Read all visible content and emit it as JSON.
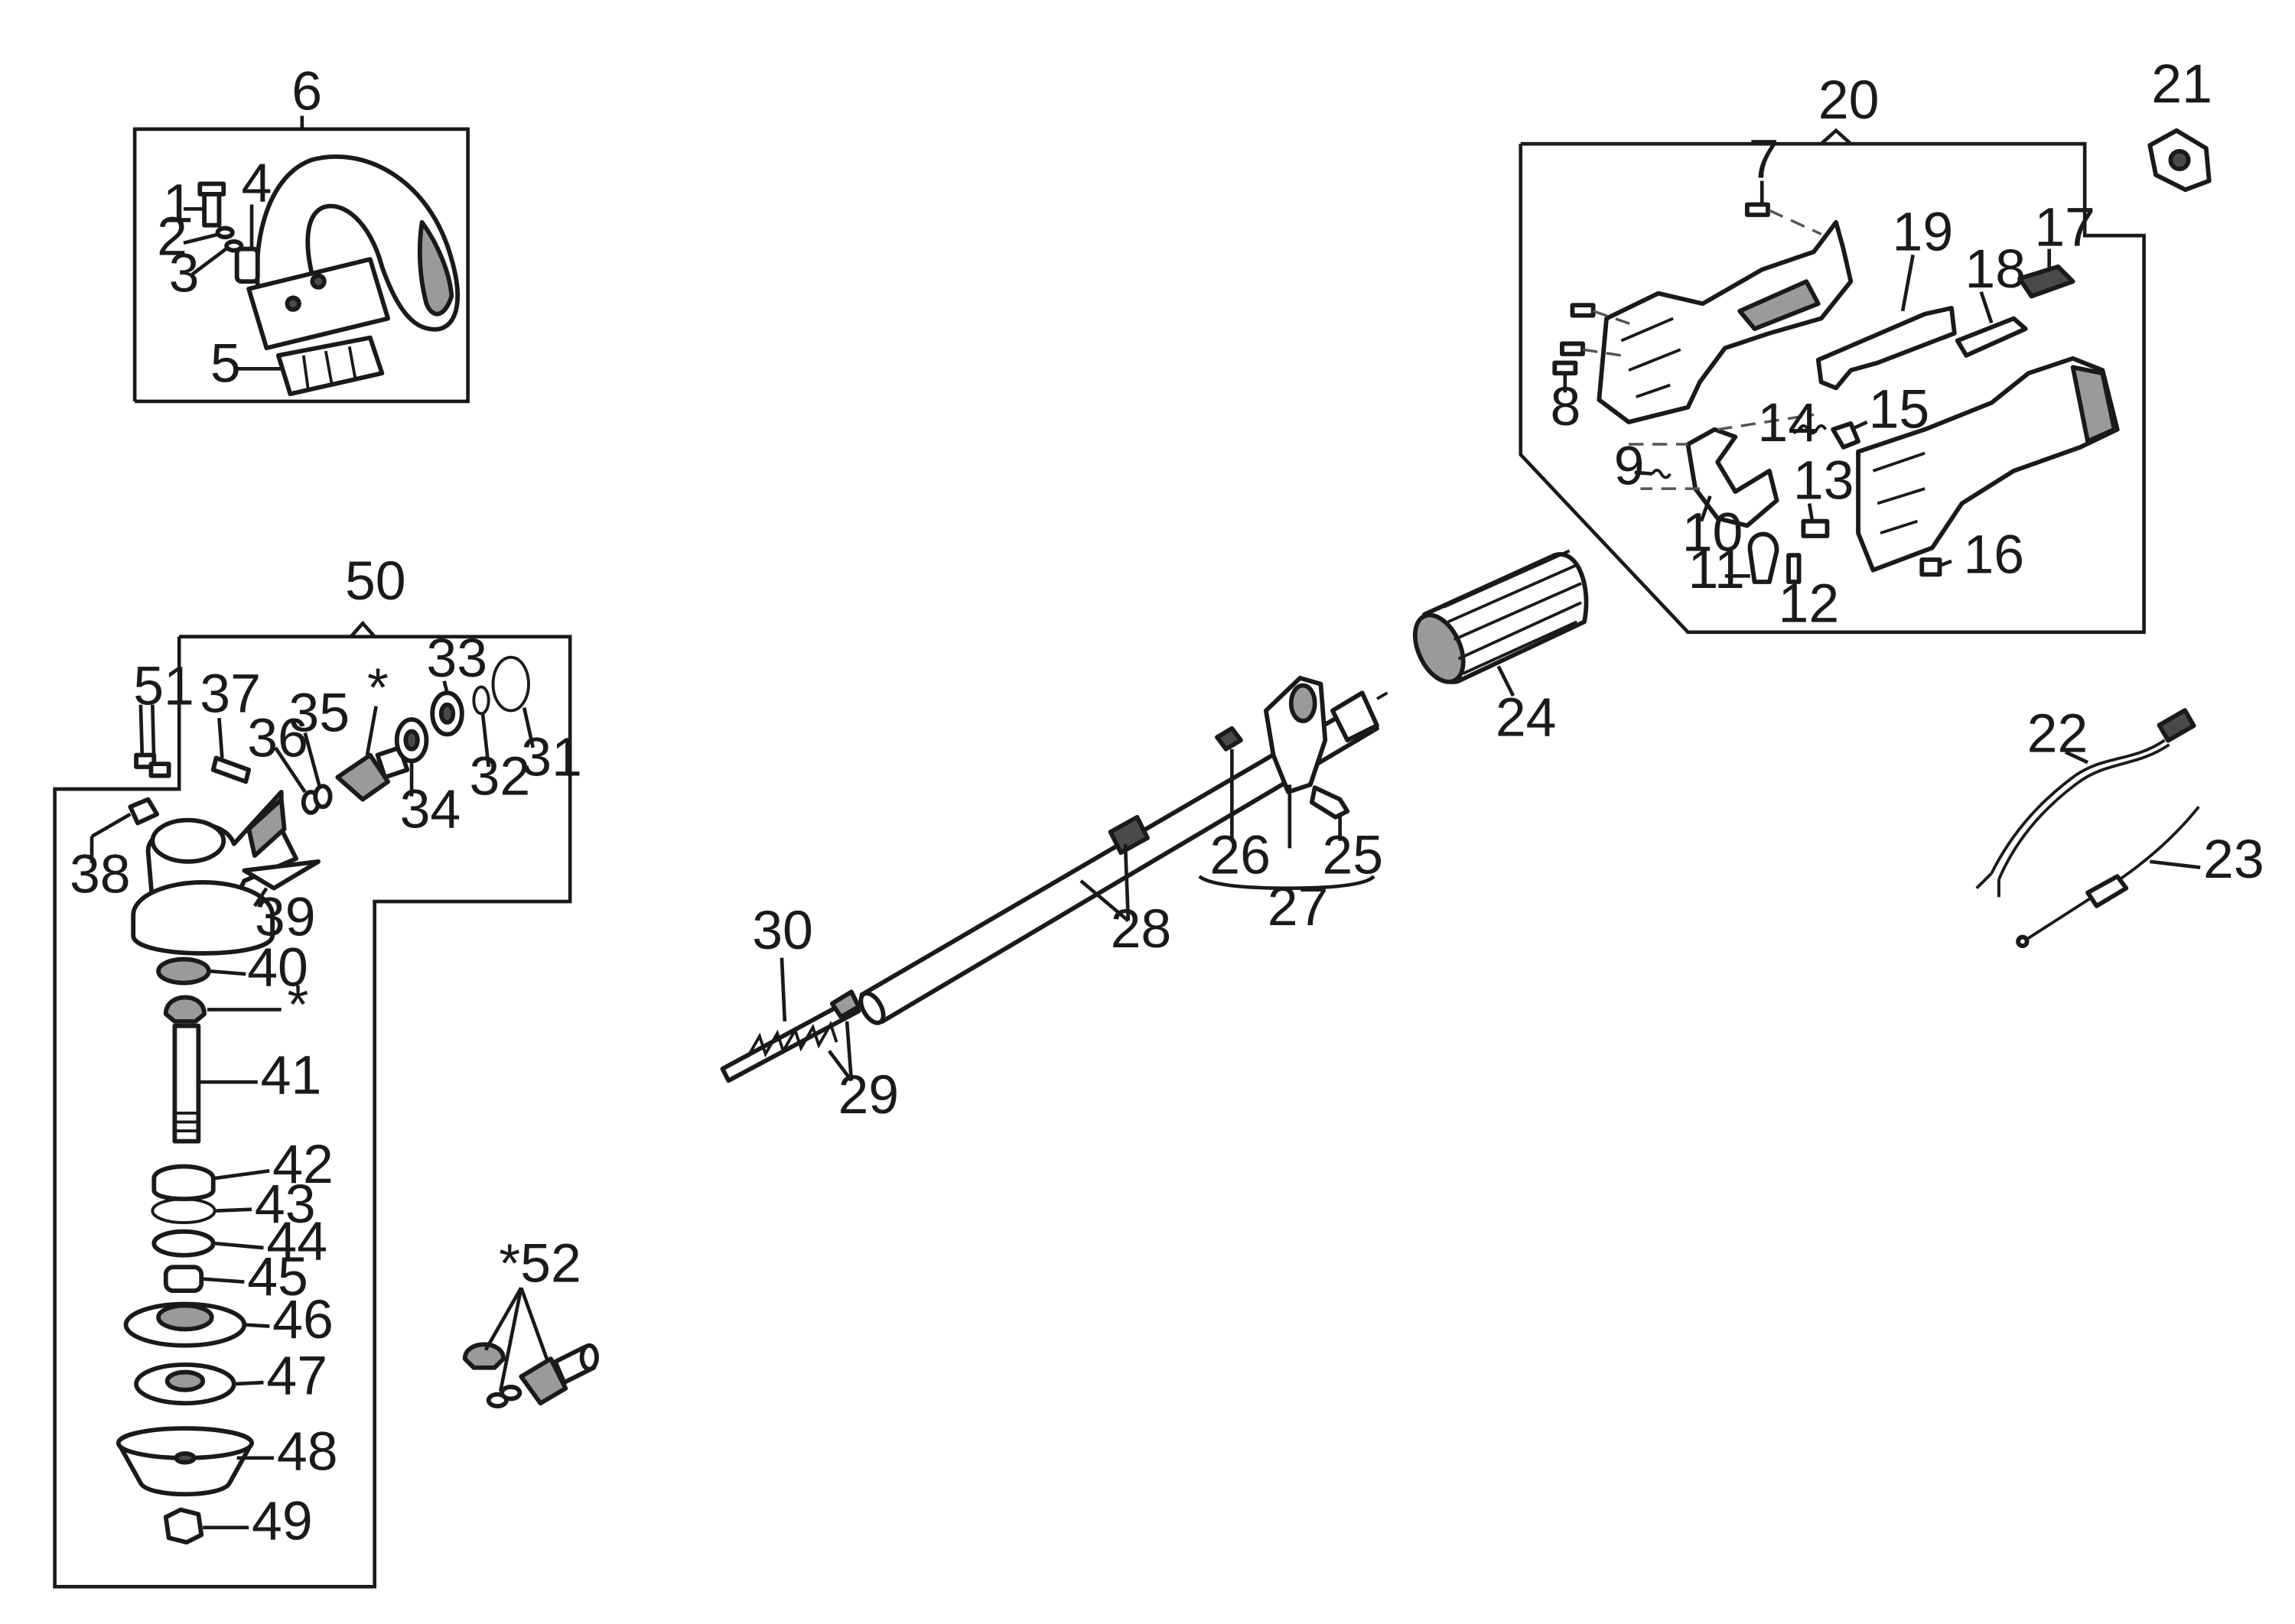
{
  "callouts": {
    "c1": "1",
    "c2": "2",
    "c3": "3",
    "c4": "4",
    "c5": "5",
    "c6": "6",
    "c7": "7",
    "c8": "8",
    "c9": "9",
    "c10": "10",
    "c11": "11",
    "c12": "12",
    "c13": "13",
    "c14": "14",
    "c15": "15",
    "c16": "16",
    "c17": "17",
    "c18": "18",
    "c19": "19",
    "c20": "20",
    "c21": "21",
    "c22": "22",
    "c23": "23",
    "c24": "24",
    "c25": "25",
    "c26": "26",
    "c27": "27",
    "c28": "28",
    "c29": "29",
    "c30": "30",
    "c31": "31",
    "c32": "32",
    "c33": "33",
    "c34": "34",
    "c35": "35",
    "c36": "36",
    "c37": "37",
    "c38": "38",
    "c39": "39",
    "c40": "40",
    "c41": "41",
    "c42": "42",
    "c43": "43",
    "c44": "44",
    "c45": "45",
    "c46": "46",
    "c47": "47",
    "c48": "48",
    "c49": "49",
    "c50": "50",
    "c51": "51",
    "c52": "*52",
    "star_top": "*",
    "star_mid": "*"
  }
}
